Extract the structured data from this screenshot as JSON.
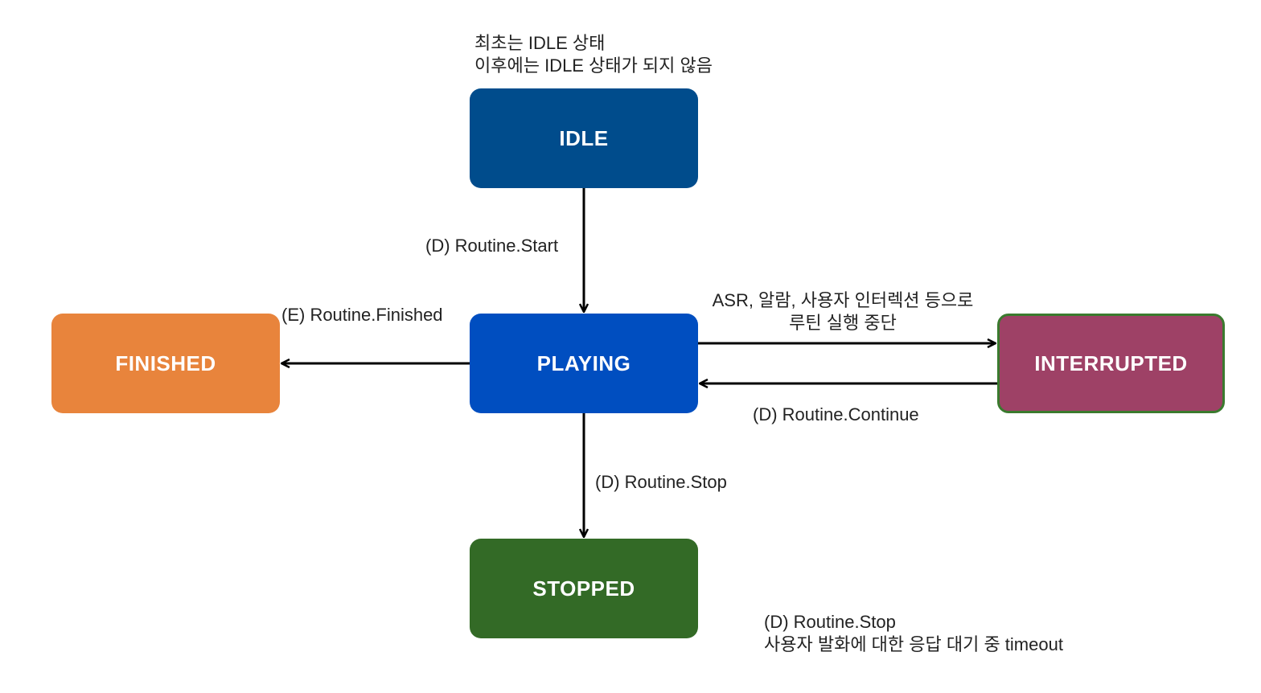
{
  "nodes": {
    "idle": {
      "label": "IDLE",
      "fill": "#004C8C",
      "border": "#004C8C"
    },
    "playing": {
      "label": "PLAYING",
      "fill": "#004EC0",
      "border": "#004EC0"
    },
    "finished": {
      "label": "FINISHED",
      "fill": "#E8843C",
      "border": "#E8843C"
    },
    "interrupted": {
      "label": "INTERRUPTED",
      "fill": "#9E4166",
      "border": "#3A7A2E"
    },
    "stopped": {
      "label": "STOPPED",
      "fill": "#336A26",
      "border": "#336A26"
    }
  },
  "notes": {
    "idle_note": [
      "최초는 IDLE 상태",
      "이후에는 IDLE 상태가 되지 않음"
    ],
    "stopped_note": [
      "(D) Routine.Stop",
      "사용자 발화에 대한 응답 대기 중 timeout"
    ]
  },
  "edges": {
    "idle_to_playing": {
      "label": "(D) Routine.Start",
      "from": "IDLE",
      "to": "PLAYING"
    },
    "playing_to_finished": {
      "label": "(E)  Routine.Finished",
      "from": "PLAYING",
      "to": "FINISHED"
    },
    "playing_to_interrupted": {
      "label": [
        "ASR, 알람, 사용자 인터렉션 등으로",
        "루틴 실행 중단"
      ],
      "from": "PLAYING",
      "to": "INTERRUPTED"
    },
    "interrupted_to_playing": {
      "label": "(D) Routine.Continue",
      "from": "INTERRUPTED",
      "to": "PLAYING"
    },
    "playing_to_stopped": {
      "label": "(D)  Routine.Stop",
      "from": "PLAYING",
      "to": "STOPPED"
    }
  },
  "colors": {
    "edge": "#000000",
    "text": "#222222"
  }
}
